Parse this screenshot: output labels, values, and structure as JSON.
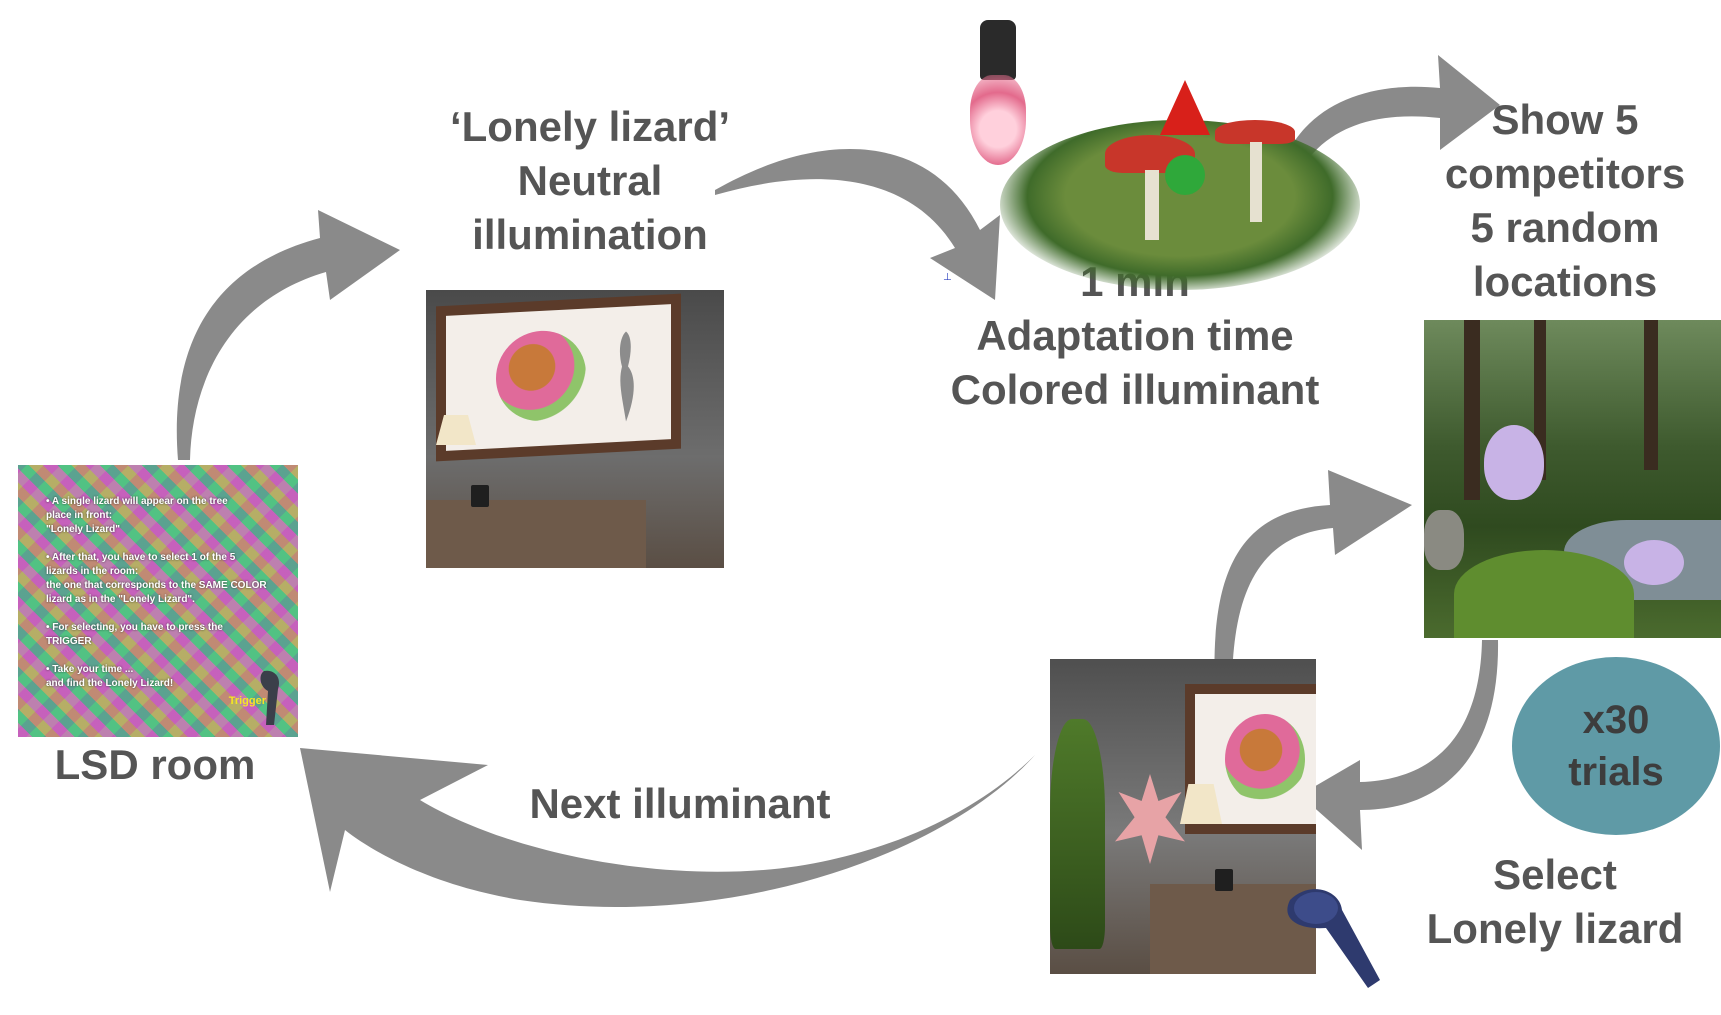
{
  "labels": {
    "lonely_lizard": [
      "‘Lonely lizard’",
      "Neutral",
      "illumination"
    ],
    "adaptation": [
      "1 min",
      "Adaptation time",
      "Colored illuminant"
    ],
    "show_competitors": [
      "Show 5",
      "competitors",
      "5 random",
      "locations"
    ],
    "lsd_room": "LSD room",
    "next_illuminant": "Next illuminant",
    "select": [
      "Select",
      "Lonely lizard"
    ]
  },
  "badge": {
    "lines": [
      "x30",
      "trials"
    ],
    "color": "#5f9aa6"
  },
  "lsd_screen": {
    "paragraphs": [
      [
        "• A single lizard will appear on the tree",
        "place in front:",
        "\"Lonely Lizard\""
      ],
      [
        "• After that, you have to select 1 of the 5",
        "lizards in the room:",
        "the one that corresponds to the SAME COLOR",
        "lizard as in the \"Lonely Lizard\"."
      ],
      [
        "• For selecting, you have to press the",
        "TRIGGER"
      ],
      [
        "• Take your time ...",
        "and find the Lonely Lizard!"
      ]
    ],
    "trigger_label": "Trigger"
  },
  "colors": {
    "arrow": "#8a8a8a",
    "text": "#555555"
  }
}
